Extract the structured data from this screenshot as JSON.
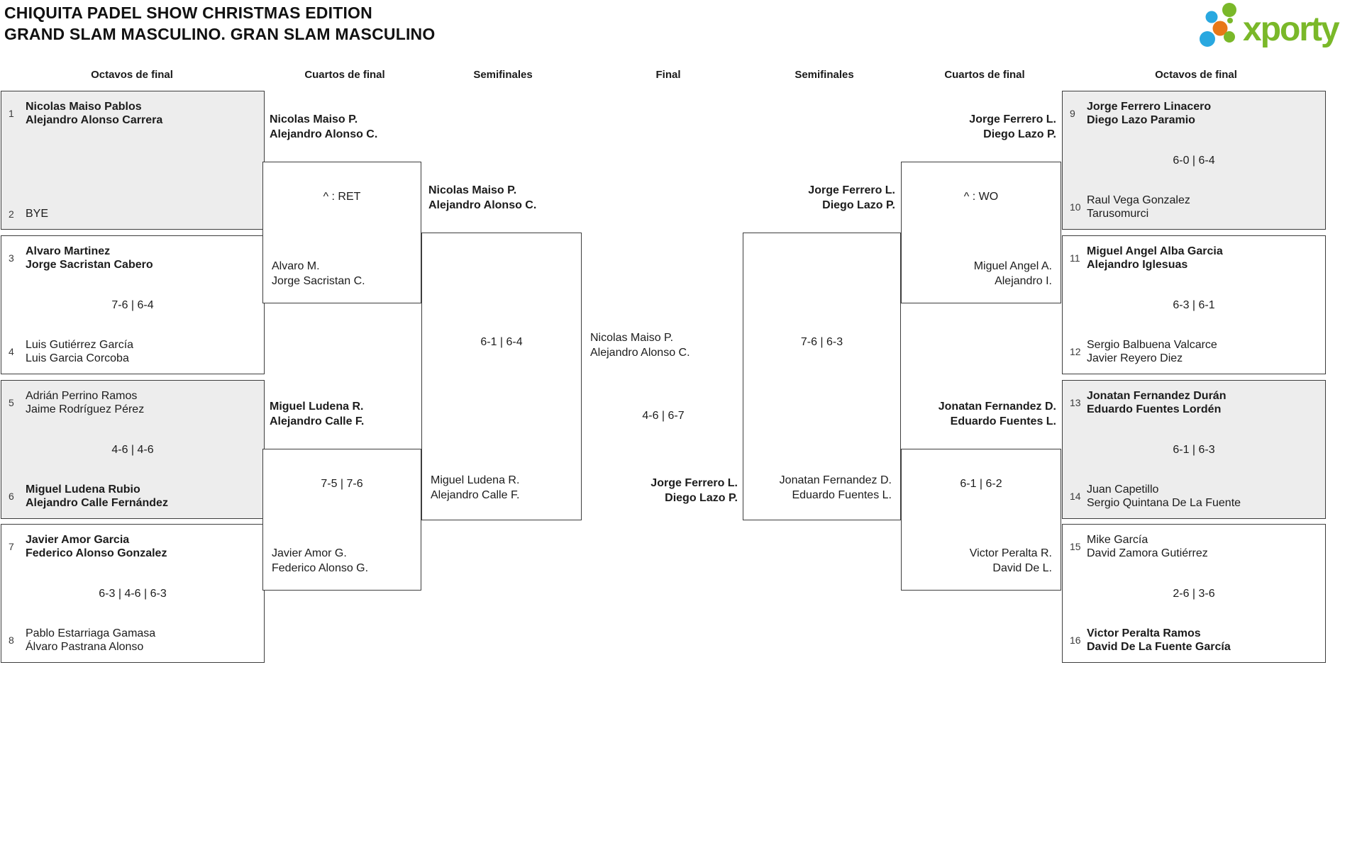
{
  "title": {
    "line1": "CHIQUITA PADEL SHOW CHRISTMAS EDITION",
    "line2": "GRAND SLAM MASCULINO. GRAN SLAM MASCULINO"
  },
  "logo": {
    "text": "xporty"
  },
  "colors": {
    "logo_green": "#7ab829",
    "logo_blue": "#29a8e0",
    "logo_orange": "#e87817",
    "box_gray": "#ededed",
    "line": "#3d3d3d"
  },
  "headers": {
    "r16_left": "Octavos de final",
    "qf_left": "Cuartos de final",
    "sf_left": "Semifinales",
    "final": "Final",
    "sf_right": "Semifinales",
    "qf_right": "Cuartos de final",
    "r16_right": "Octavos de final"
  },
  "r16": [
    {
      "seed_top": "1",
      "top1": "Nicolas Maiso Pablos",
      "top2": "Alejandro Alonso Carrera",
      "score": "",
      "seed_bottom": "2",
      "bottom1": "BYE",
      "bottom2": ""
    },
    {
      "seed_top": "3",
      "top1": "Alvaro Martinez",
      "top2": "Jorge Sacristan Cabero",
      "score": "7-6 | 6-4",
      "seed_bottom": "4",
      "bottom1": "Luis Gutiérrez García",
      "bottom2": "Luis Garcia Corcoba"
    },
    {
      "seed_top": "5",
      "top1": "Adrián Perrino Ramos",
      "top2": "Jaime Rodríguez Pérez",
      "score": "4-6 | 4-6",
      "seed_bottom": "6",
      "bottom1": "Miguel Ludena Rubio",
      "bottom2": "Alejandro Calle Fernández"
    },
    {
      "seed_top": "7",
      "top1": "Javier Amor Garcia",
      "top2": "Federico Alonso Gonzalez",
      "score": "6-3 | 4-6 | 6-3",
      "seed_bottom": "8",
      "bottom1": "Pablo Estarriaga Gamasa",
      "bottom2": "Álvaro Pastrana Alonso"
    },
    {
      "seed_top": "9",
      "top1": "Jorge Ferrero Linacero",
      "top2": "Diego Lazo Paramio",
      "score": "6-0 | 6-4",
      "seed_bottom": "10",
      "bottom1": "Raul Vega Gonzalez",
      "bottom2": "Tarusomurci"
    },
    {
      "seed_top": "11",
      "top1": "Miguel Angel Alba Garcia",
      "top2": "Alejandro Iglesuas",
      "score": "6-3 | 6-1",
      "seed_bottom": "12",
      "bottom1": "Sergio Balbuena Valcarce",
      "bottom2": "Javier Reyero Diez"
    },
    {
      "seed_top": "13",
      "top1": "Jonatan Fernandez Durán",
      "top2": "Eduardo Fuentes Lordén",
      "score": "6-1 | 6-3",
      "seed_bottom": "14",
      "bottom1": "Juan Capetillo",
      "bottom2": "Sergio Quintana De La Fuente"
    },
    {
      "seed_top": "15",
      "top1": "Mike García",
      "top2": "David Zamora Gutiérrez",
      "score": "2-6 | 3-6",
      "seed_bottom": "16",
      "bottom1": "Victor Peralta Ramos",
      "bottom2": "David De La Fuente García"
    }
  ],
  "qf": [
    {
      "top1": "Nicolas Maiso P.",
      "top2": "Alejandro Alonso C.",
      "score": "^ : RET",
      "bottom1": "Alvaro M.",
      "bottom2": "Jorge Sacristan C."
    },
    {
      "top1": "Miguel Ludena R.",
      "top2": "Alejandro Calle F.",
      "score": "7-5 | 7-6",
      "bottom1": "Javier Amor G.",
      "bottom2": "Federico Alonso G."
    },
    {
      "top1": "Jorge Ferrero L.",
      "top2": "Diego Lazo P.",
      "score": "^ : WO",
      "bottom1": "Miguel Angel A.",
      "bottom2": "Alejandro I."
    },
    {
      "top1": "Jonatan Fernandez D.",
      "top2": "Eduardo Fuentes L.",
      "score": "6-1 | 6-2",
      "bottom1": "Victor Peralta R.",
      "bottom2": "David De L."
    }
  ],
  "sf": [
    {
      "top1": "Nicolas Maiso P.",
      "top2": "Alejandro Alonso C.",
      "score": "6-1 | 6-4",
      "bottom1": "Miguel Ludena R.",
      "bottom2": "Alejandro Calle F."
    },
    {
      "top1": "Jorge Ferrero L.",
      "top2": "Diego Lazo P.",
      "score": "7-6 | 6-3",
      "bottom1": "Jonatan Fernandez D.",
      "bottom2": "Eduardo Fuentes L."
    }
  ],
  "final": {
    "top1": "Nicolas Maiso P.",
    "top2": "Alejandro Alonso C.",
    "score": "4-6 | 6-7",
    "bottom1": "Jorge Ferrero L.",
    "bottom2": "Diego Lazo P."
  }
}
